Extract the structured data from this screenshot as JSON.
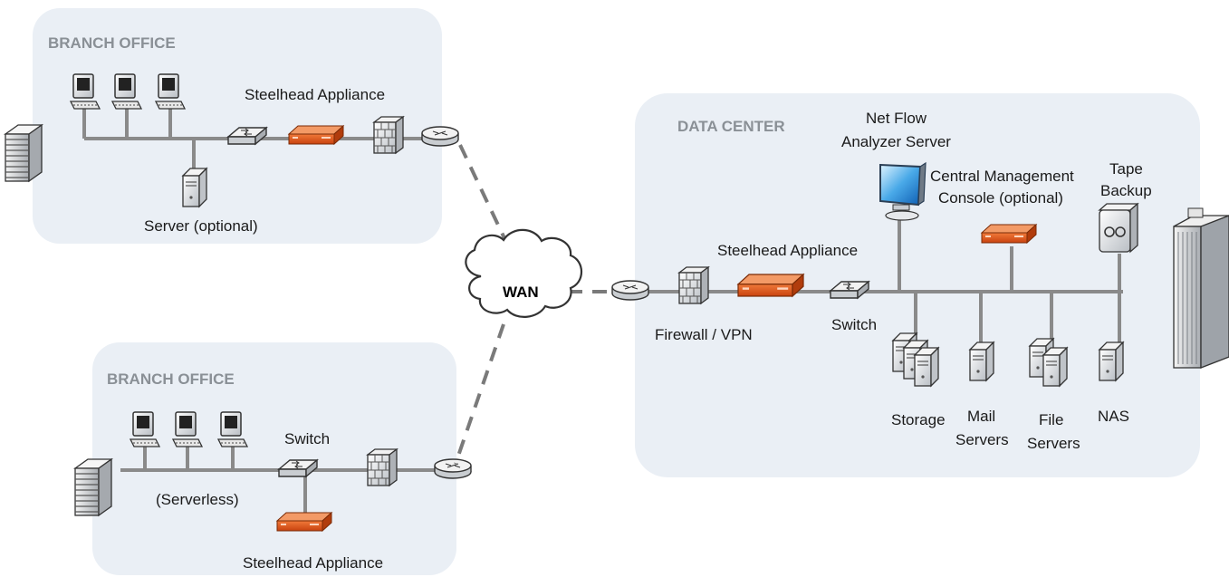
{
  "zones": {
    "branch_top": {
      "title": "BRANCH OFFICE"
    },
    "branch_bottom": {
      "title": "BRANCH OFFICE"
    },
    "data_center": {
      "title": "DATA CENTER"
    }
  },
  "labels": {
    "top_steelhead": "Steelhead Appliance",
    "top_server": "Server (optional)",
    "bottom_switch": "Switch",
    "bottom_serverless": "(Serverless)",
    "bottom_steelhead": "Steelhead Appliance",
    "wan": "WAN",
    "dc_firewall": "Firewall / VPN",
    "dc_steelhead": "Steelhead Appliance",
    "dc_switch": "Switch",
    "netflow_1": "Net Flow",
    "netflow_2": "Analyzer Server",
    "cmc_1": "Central Management",
    "cmc_2": "Console (optional)",
    "tape_1": "Tape",
    "tape_2": "Backup",
    "storage": "Storage",
    "mail_1": "Mail",
    "mail_2": "Servers",
    "file_1": "File",
    "file_2": "Servers",
    "nas": "NAS"
  },
  "colors": {
    "zone_fill": "#eaeff5",
    "appliance": "#e2561b",
    "wire": "#8a8a8a"
  }
}
